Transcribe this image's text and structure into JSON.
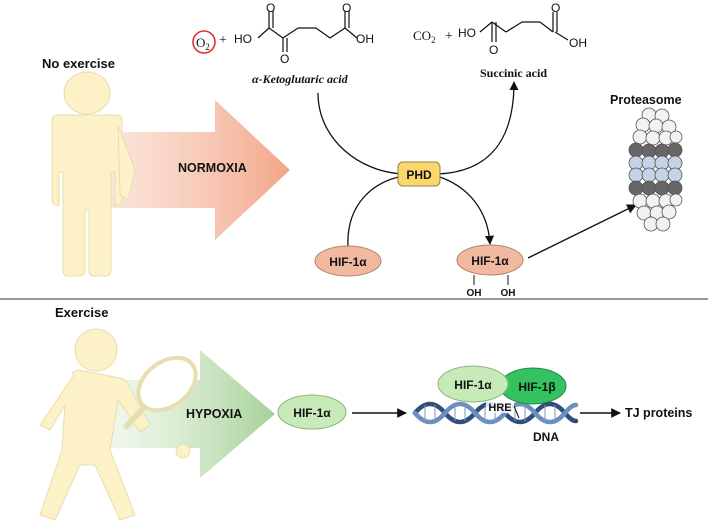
{
  "top_panel": {
    "label": "No exercise",
    "condition": "NORMOXIA",
    "reactant1": "O",
    "reactant1_sub": "2",
    "plus1": "+",
    "reactant2_name": "α-Ketoglutaric acid",
    "product1": "CO",
    "product1_sub": "2",
    "plus2": "+",
    "product2_name": "Succinic acid",
    "enzyme": "PHD",
    "substrate": "HIF-1α",
    "product": "HIF-1α",
    "hydroxyl_1": "OH",
    "hydroxyl_2": "OH",
    "degradation": "Proteasome",
    "atom_ho": "HO",
    "atom_oh": "OH",
    "atom_o": "O"
  },
  "bottom_panel": {
    "label": "Exercise",
    "condition": "HYPOXIA",
    "substrate": "HIF-1α",
    "complex_alpha": "HIF-1α",
    "complex_beta": "HIF-1β",
    "element": "HRE",
    "dna": "DNA",
    "target": "TJ proteins"
  },
  "colors": {
    "normoxia_arrow": "#f3a98e",
    "hypoxia_arrow": "#a9d39b",
    "person": "#fdf2c7",
    "enzyme_fill": "#f9d76d",
    "hif_top_fill": "#f2b9a1",
    "hif_bottom_fill": "#c8eab9",
    "hif_beta_fill": "#33c25f",
    "dna": "#3e5f8a",
    "o2_ring": "#e03030"
  }
}
